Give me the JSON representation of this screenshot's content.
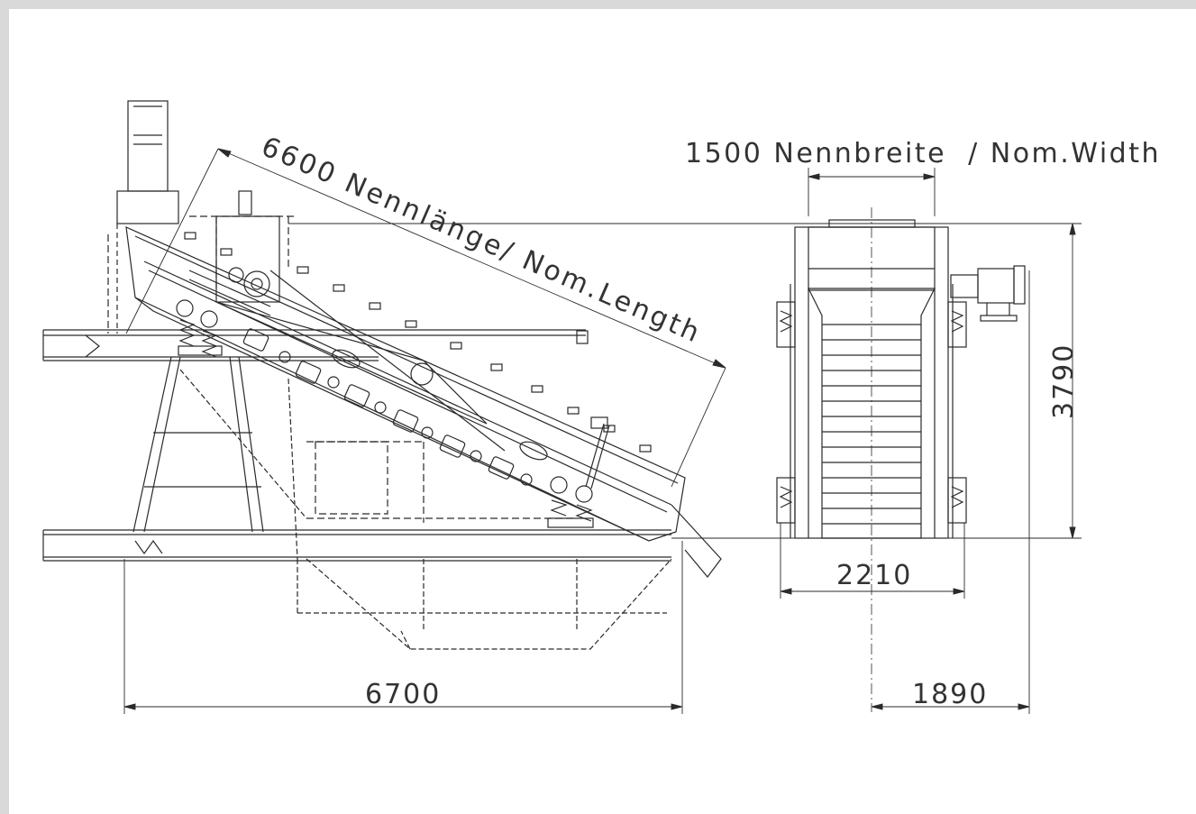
{
  "dimensions": {
    "nominal_length": "6600 Nennlänge/ Nom.Length",
    "nominal_width": "1500 Nennbreite  / Nom.Width",
    "height": "3790",
    "side_width": "2210",
    "overall_length": "6700",
    "offset": "1890"
  },
  "colors": {
    "background": "#d9d9d9",
    "paper": "#ffffff",
    "line": "#2a2a2a"
  }
}
